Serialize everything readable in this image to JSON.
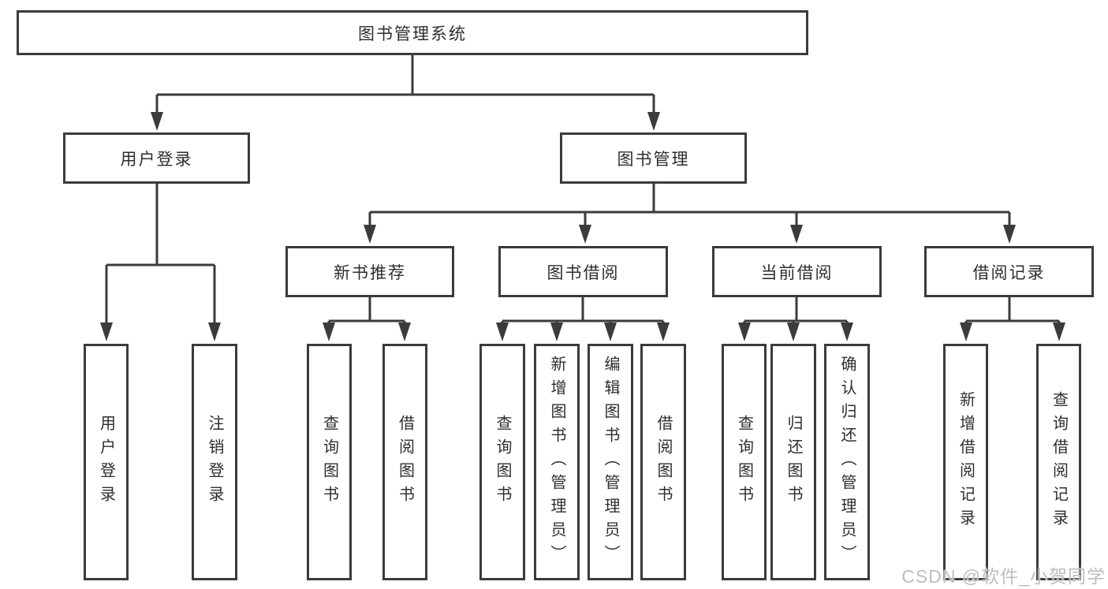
{
  "diagram": {
    "title": "图书管理系统",
    "root": {
      "label": "图书管理系统"
    },
    "level2": [
      {
        "label": "用户登录"
      },
      {
        "label": "图书管理"
      }
    ],
    "level3": [
      {
        "label": "新书推荐"
      },
      {
        "label": "图书借阅"
      },
      {
        "label": "当前借阅"
      },
      {
        "label": "借阅记录"
      }
    ],
    "leaves": {
      "user_login": [
        "用户登录",
        "注销登录"
      ],
      "new_book_recommend": [
        "查询图书",
        "借阅图书"
      ],
      "book_borrow": [
        "查询图书",
        "新增图书（管理员）",
        "编辑图书（管理员）",
        "借阅图书"
      ],
      "current_borrow": [
        "查询图书",
        "归还图书",
        "确认归还（管理员）"
      ],
      "borrow_record": [
        "新增借阅记录",
        "查询借阅记录"
      ]
    }
  },
  "watermark": "CSDN @软件_小贺同学",
  "colors": {
    "line": "#3b3b3b",
    "text": "#2e2e2e",
    "watermark": "#bdbdbd",
    "background": "#ffffff"
  }
}
